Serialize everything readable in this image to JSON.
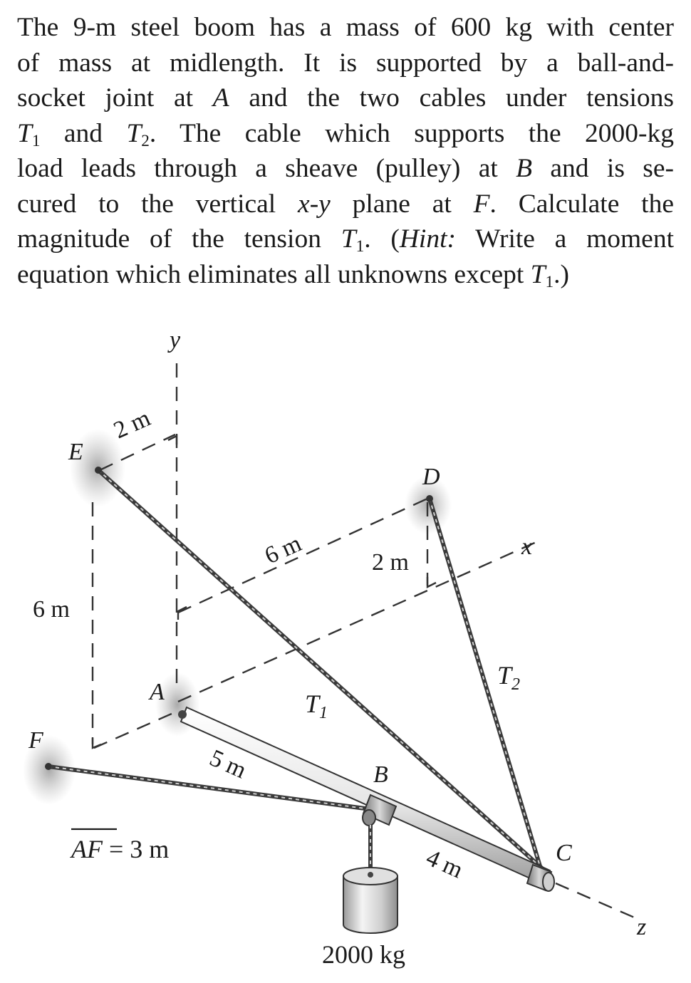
{
  "problem": {
    "lines": [
      "The 9-m steel boom has a mass of 600 kg with center",
      "of mass at midlength. It is supported by a ball-and-",
      "socket joint at ",
      " and the two cables under tensions",
      " and ",
      ". The cable which supports the 2000-kg",
      "load leads through a sheave (pulley) at ",
      " and is se-",
      "cured to the vertical ",
      " plane at ",
      ". Calculate the",
      "magnitude of the tension ",
      ". (",
      "Hint:",
      " Write a moment",
      "equation which eliminates all unknowns except ",
      ".)"
    ],
    "sym_A": "A",
    "sym_T": "T",
    "sub_1": "1",
    "sub_2": "2",
    "sym_B": "B",
    "sym_xy": "x-y",
    "sym_F": "F"
  },
  "figure": {
    "axis_y": "y",
    "axis_x": "x",
    "axis_z": "z",
    "point_E": "E",
    "point_D": "D",
    "point_A": "A",
    "point_F": "F",
    "point_B": "B",
    "point_C": "C",
    "dim_E_2m": "2 m",
    "dim_6m_top": "6 m",
    "dim_D_2m": "2 m",
    "dim_6m_left": "6 m",
    "dim_5m": "5 m",
    "dim_4m": "4 m",
    "tension_T": "T",
    "tension_1": "1",
    "tension_2": "2",
    "af_label": "AF",
    "af_value": " = 3 m",
    "mass_label": "2000 kg"
  }
}
